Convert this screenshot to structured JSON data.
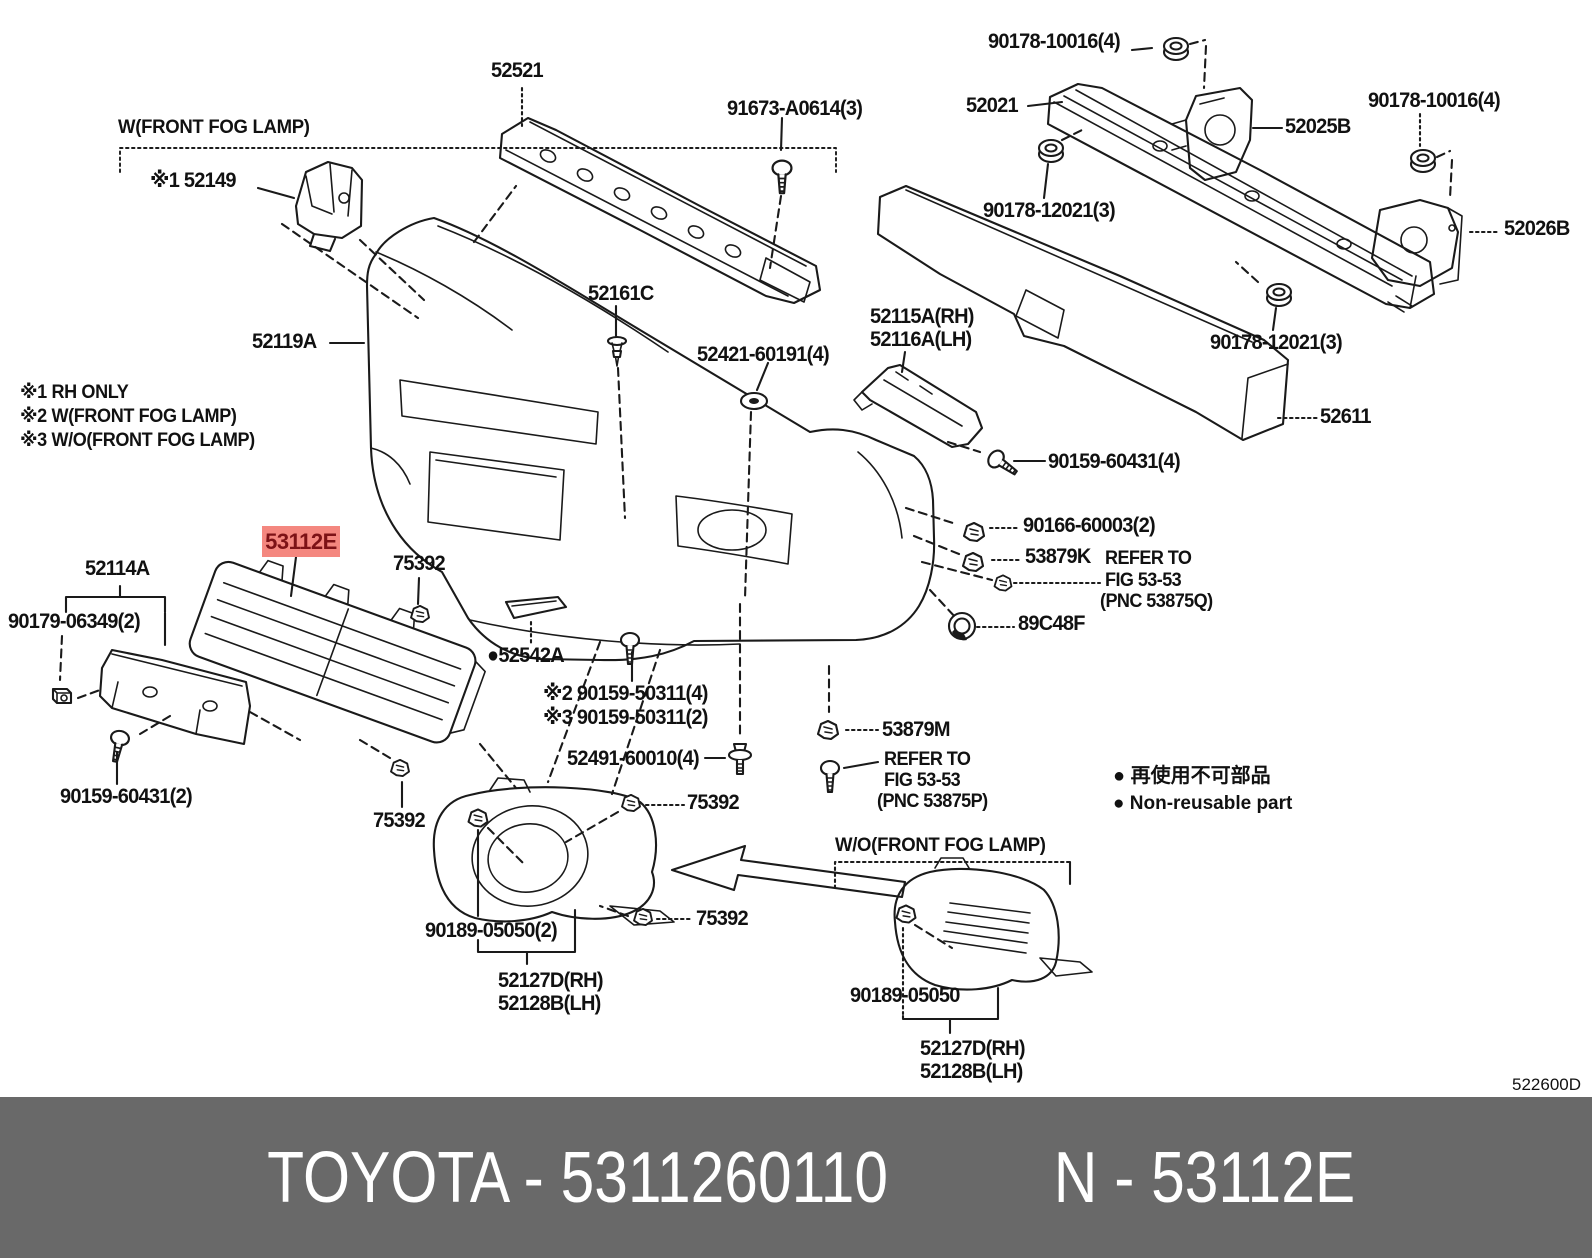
{
  "diagram": {
    "code": "522600D",
    "section_with_fog": "W(FRONT FOG LAMP)",
    "section_without_fog": "W/O(FRONT FOG LAMP)",
    "notes": [
      "※1 RH ONLY",
      "※2 W(FRONT FOG LAMP)",
      "※3 W/O(FRONT FOG LAMP)"
    ],
    "legend_jp": "● 再使用不可部品",
    "legend_en": "● Non-reusable part",
    "highlighted_part": "53112E",
    "highlight_bg": "#f4877f",
    "highlight_fg": "#7d1216",
    "labels": {
      "p52149": "※1 52149",
      "p52521": "52521",
      "p91673": "91673-A0614(3)",
      "p90178_10016_top": "90178-10016(4)",
      "p52021": "52021",
      "p52025b": "52025B",
      "p90178_10016_right": "90178-10016(4)",
      "p90178_12021_upper": "90178-12021(3)",
      "p52026b": "52026B",
      "p52161c": "52161C",
      "p52119a": "52119A",
      "p52421": "52421-60191(4)",
      "p52115a": "52115A(RH)",
      "p52116a": "52116A(LH)",
      "p90178_12021_lower": "90178-12021(3)",
      "p52611": "52611",
      "p90159_60431_4": "90159-60431(4)",
      "p90166": "90166-60003(2)",
      "p53879k": "53879K",
      "p53879k_ref1": "REFER TO",
      "p53879k_ref2": "FIG 53-53",
      "p53879k_ref3": "(PNC 53875Q)",
      "p89c48f": "89C48F",
      "p53112e": "53112E",
      "p75392": "75392",
      "p52114a": "52114A",
      "p90179": "90179-06349(2)",
      "p52542a": "●52542A",
      "p90159_50311_4": "※2 90159-50311(4)",
      "p90159_50311_2": "※3 90159-50311(2)",
      "p52491": "52491-60010(4)",
      "p53879m": "53879M",
      "p53879m_ref1": "REFER TO",
      "p53879m_ref2": "FIG 53-53",
      "p53879m_ref3": "(PNC 53875P)",
      "p90159_60431_2": "90159-60431(2)",
      "p90189_2": "90189-05050(2)",
      "p52127d": "52127D(RH)",
      "p52128b": "52128B(LH)",
      "p90189": "90189-05050"
    }
  },
  "footer": {
    "left": "TOYOTA - 5311260110",
    "right": "N - 53112E",
    "bg": "#696969",
    "fg": "#ffffff"
  }
}
